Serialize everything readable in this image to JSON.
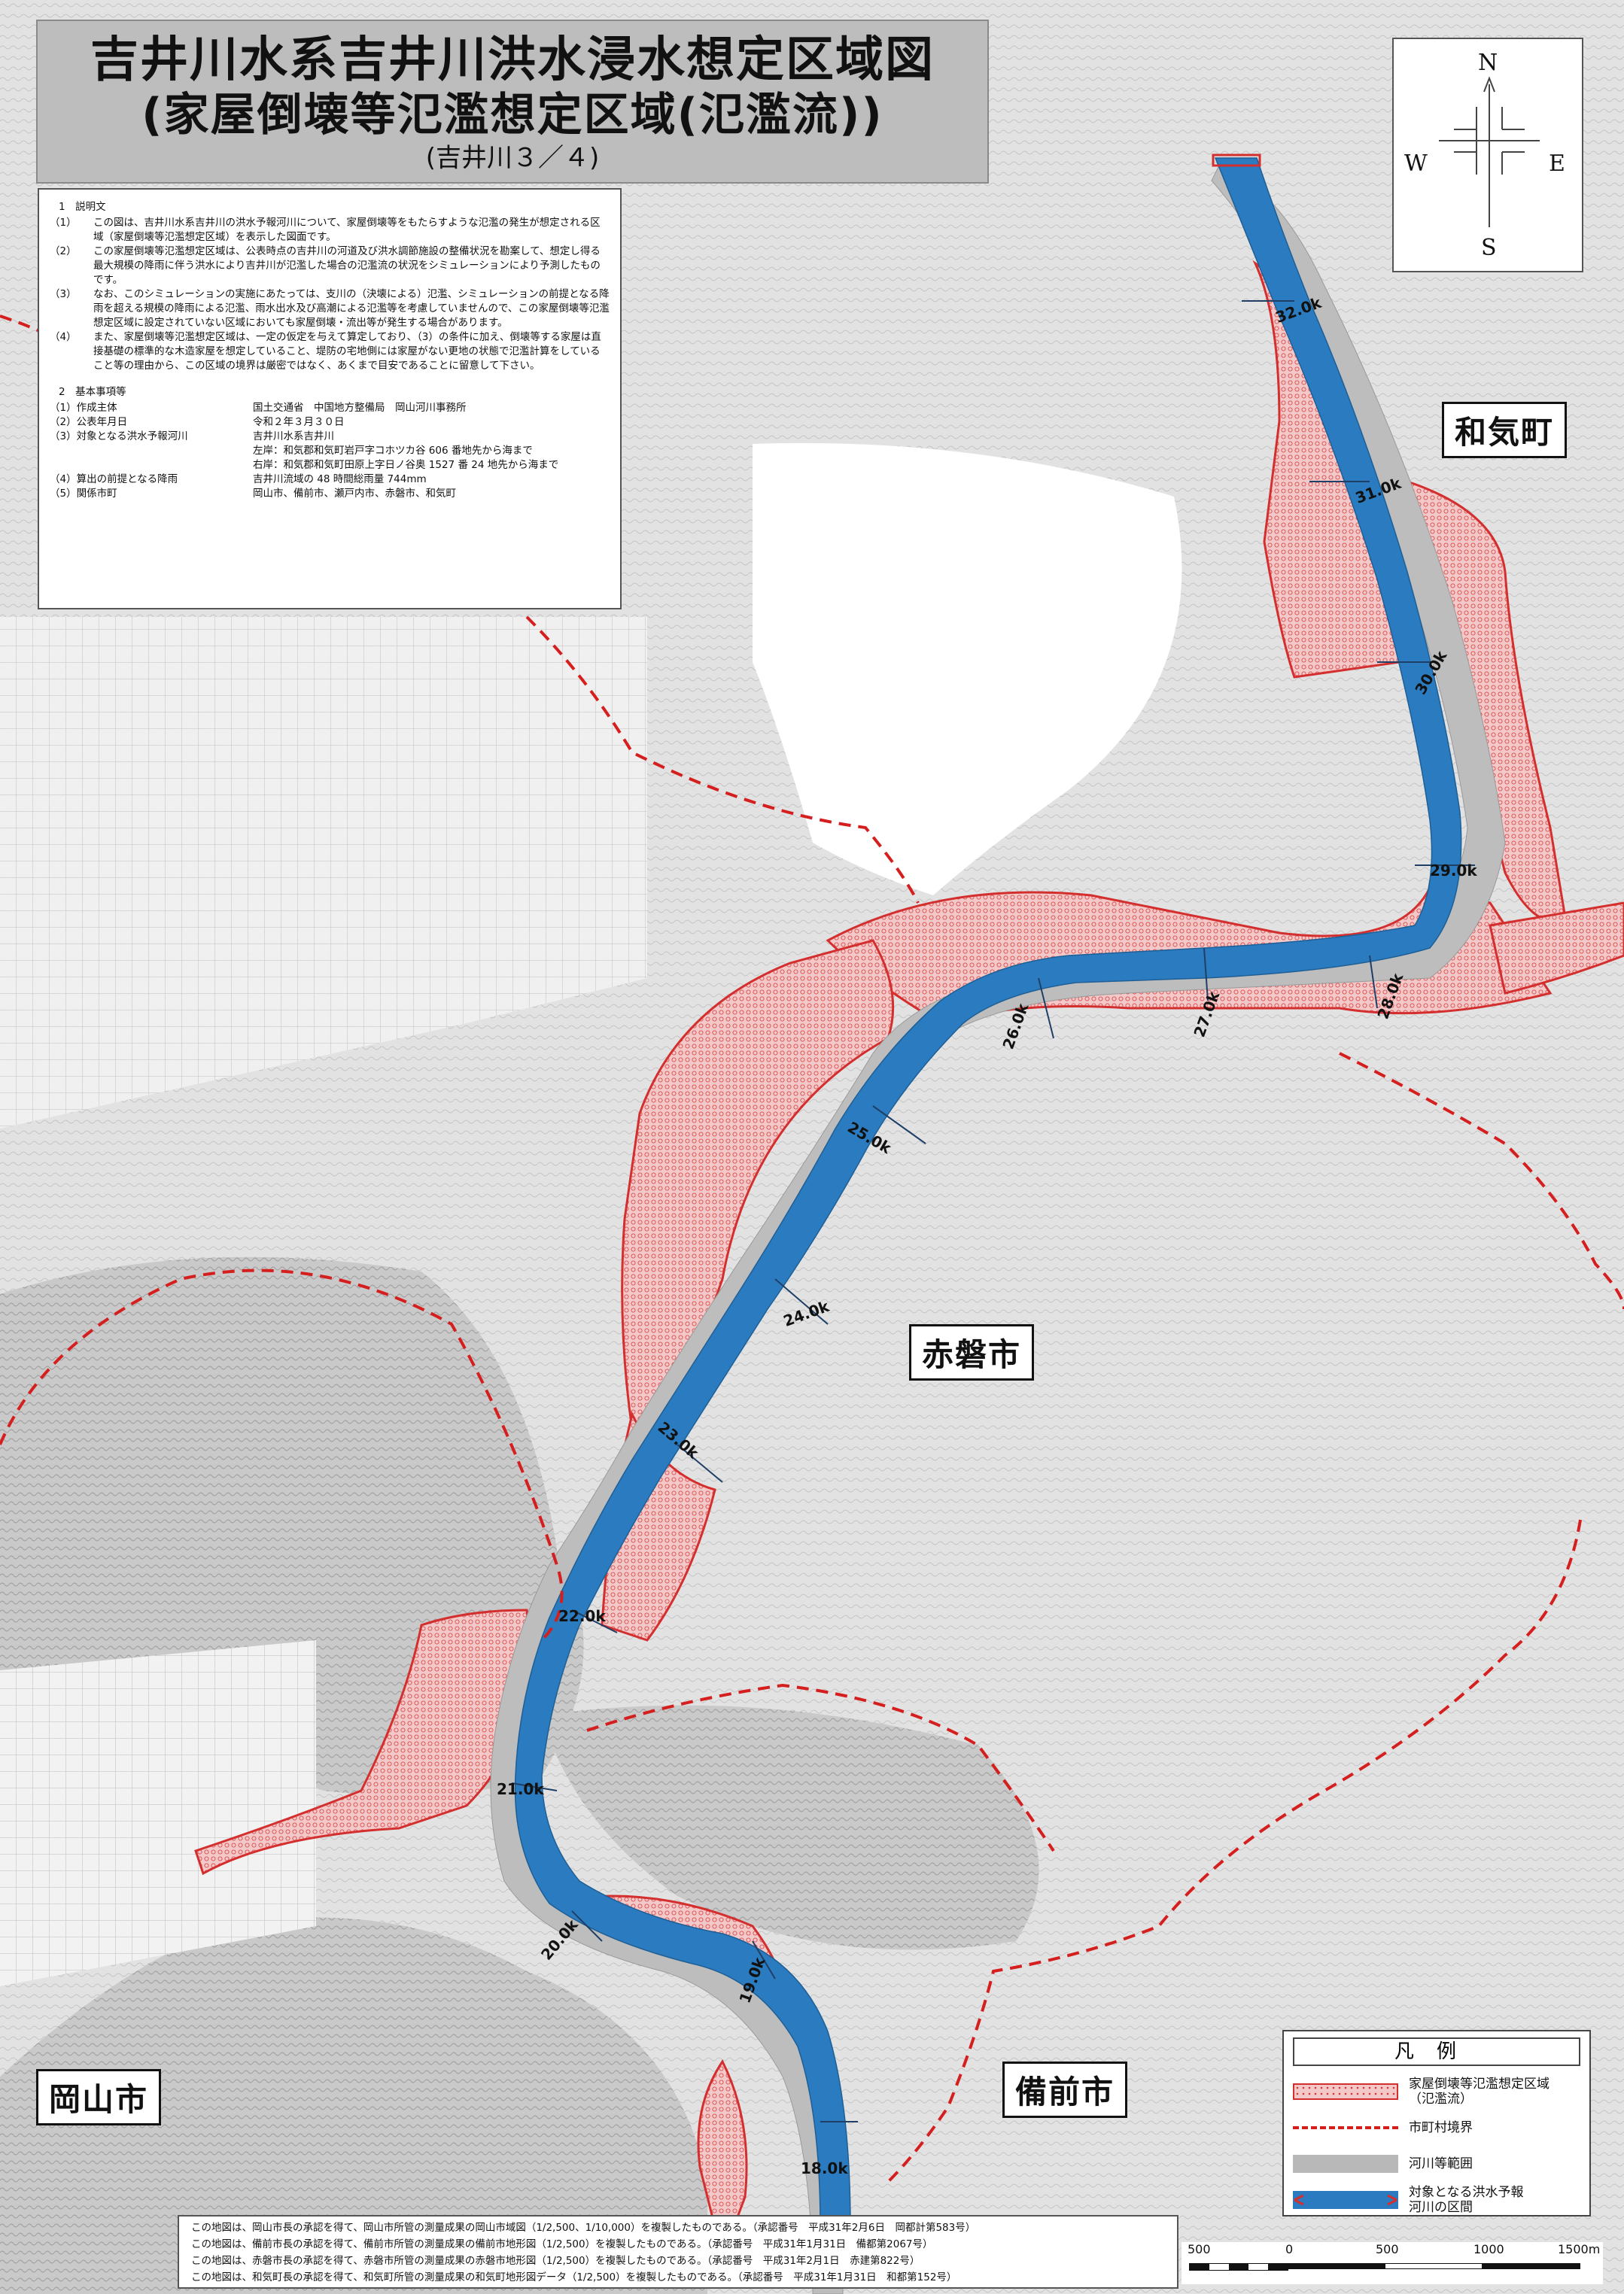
{
  "title": {
    "line1": "吉井川水系吉井川洪水浸水想定区域図",
    "line2": "(家屋倒壊等氾濫想定区域(氾濫流))",
    "sub": "(吉井川３／４)"
  },
  "description": {
    "heading": "1　説明文",
    "paragraphs": [
      {
        "num": "（1）",
        "text": "この図は、吉井川水系吉井川の洪水予報河川について、家屋倒壊等をもたらすような氾濫の発生が想定される区域（家屋倒壊等氾濫想定区域）を表示した図面です。"
      },
      {
        "num": "（2）",
        "text": "この家屋倒壊等氾濫想定区域は、公表時点の吉井川の河道及び洪水調節施設の整備状況を勘案して、想定し得る最大規模の降雨に伴う洪水により吉井川が氾濫した場合の氾濫流の状況をシミュレーションにより予測したものです。"
      },
      {
        "num": "（3）",
        "text": "なお、このシミュレーションの実施にあたっては、支川の（決壊による）氾濫、シミュレーションの前提となる降雨を超える規模の降雨による氾濫、雨水出水及び高潮による氾濫等を考慮していませんので、この家屋倒壊等氾濫想定区域に設定されていない区域においても家屋倒壊・流出等が発生する場合があります。"
      },
      {
        "num": "（4）",
        "text": "また、家屋倒壊等氾濫想定区域は、一定の仮定を与えて算定しており、（3）の条件に加え、倒壊等する家屋は直接基礎の標準的な木造家屋を想定していること、堤防の宅地側には家屋がない更地の状態で氾濫計算をしていること等の理由から、この区域の境界は厳密ではなく、あくまで目安であることに留意して下さい。"
      }
    ],
    "facts_heading": "2　基本事項等",
    "facts": [
      {
        "label": "（1）作成主体",
        "value": "国土交通省　中国地方整備局　岡山河川事務所"
      },
      {
        "label": "（2）公表年月日",
        "value": "令和２年３月３０日"
      },
      {
        "label": "（3）対象となる洪水予報河川",
        "value": "吉井川水系吉井川"
      },
      {
        "label": "",
        "value": "左岸：和気郡和気町岩戸字コホツカ谷 606 番地先から海まで"
      },
      {
        "label": "",
        "value": "右岸：和気郡和気町田原上字日ノ谷奥 1527 番 24 地先から海まで"
      },
      {
        "label": "（4）算出の前提となる降雨",
        "value": "吉井川流域の 48 時間総雨量 744mm"
      },
      {
        "label": "（5）関係市町",
        "value": "岡山市、備前市、瀬戸内市、赤磐市、和気町"
      }
    ]
  },
  "compass": {
    "n": "N",
    "s": "S",
    "w": "W",
    "e": "E"
  },
  "places": {
    "wake": "和気町",
    "akaiwa": "赤磐市",
    "okayama": "岡山市",
    "bizen": "備前市"
  },
  "km_markers": [
    "32.0k",
    "31.0k",
    "30.0k",
    "29.0k",
    "28.0k",
    "27.0k",
    "26.0k",
    "25.0k",
    "24.0k",
    "23.0k",
    "22.0k",
    "21.0k",
    "20.0k",
    "19.0k",
    "18.0k"
  ],
  "legend": {
    "title": "凡例",
    "items": [
      {
        "label": "家屋倒壊等氾濫想定区域\n（氾濫流）"
      },
      {
        "label": "市町村境界"
      },
      {
        "label": "河川等範囲"
      },
      {
        "label": "対象となる洪水予報\n河川の区間"
      }
    ]
  },
  "credits": [
    "この地図は、岡山市長の承認を得て、岡山市所管の測量成果の岡山市域図（1/2,500、1/10,000）を複製したものである。（承認番号　平成31年2月6日　岡都計第583号）",
    "この地図は、備前市長の承認を得て、備前市所管の測量成果の備前市地形図（1/2,500）を複製したものである。（承認番号　平成31年1月31日　備都第2067号）",
    "この地図は、赤磐市長の承認を得て、赤磐市所管の測量成果の赤磐市地形図（1/2,500）を複製したものである。（承認番号　平成31年2月1日　赤建第822号）",
    "この地図は、和気町長の承認を得て、和気町所管の測量成果の和気町地形図データ（1/2,500）を複製したものである。（承認番号　平成31年1月31日　和都第152号）"
  ],
  "scale": {
    "labels": [
      "500",
      "0",
      "500",
      "1000",
      "1500m"
    ]
  },
  "colors": {
    "river": "#2a7bbf",
    "flood_fill": "#f3c8c8",
    "flood_line": "#d32f2f",
    "boundary": "#d51f1f",
    "river_zone": "#b8b8b8"
  }
}
